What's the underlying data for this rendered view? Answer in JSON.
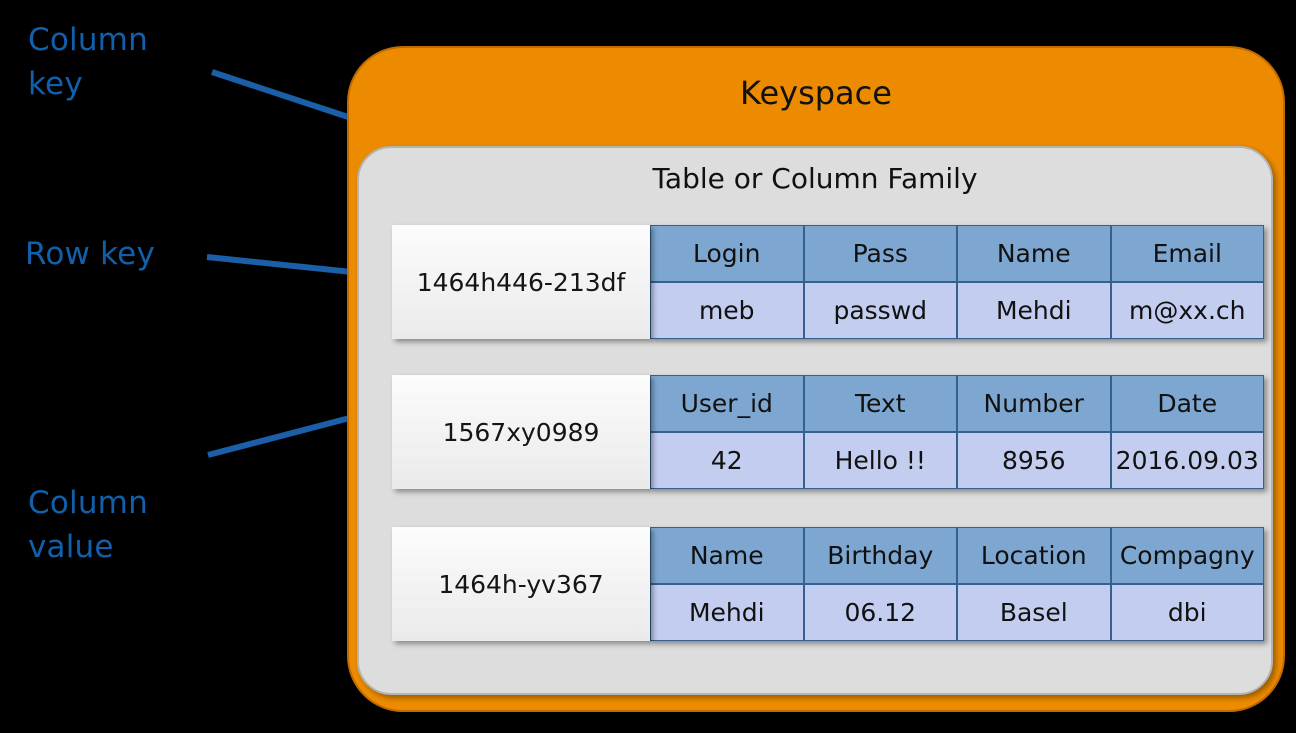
{
  "annotations": {
    "column_key": "Column\nkey",
    "row_key": "Row key",
    "column_value": "Column\nvalue"
  },
  "keyspace": {
    "title": "Keyspace",
    "color": "#ed8b00",
    "border_color": "#c06a00"
  },
  "column_family": {
    "title": "Table or Column Family",
    "background": "#dddddd",
    "header_color": "#7da7d0",
    "value_color": "#c3cdf0",
    "cell_border_color": "#36618f"
  },
  "label_color": "#1060ab",
  "arrow_color": "#1a5fa8",
  "rows": [
    {
      "row_key": "1464h446-213df",
      "columns": [
        "Login",
        "Pass",
        "Name",
        "Email"
      ],
      "values": [
        "meb",
        "passwd",
        "Mehdi",
        "m@xx.ch"
      ]
    },
    {
      "row_key": "1567xy0989",
      "columns": [
        "User_id",
        "Text",
        "Number",
        "Date"
      ],
      "values": [
        "42",
        "Hello !!",
        "8956",
        "2016.09.03"
      ]
    },
    {
      "row_key": "1464h-yv367",
      "columns": [
        "Name",
        "Birthday",
        "Location",
        "Compagny"
      ],
      "values": [
        "Mehdi",
        "06.12",
        "Basel",
        "dbi"
      ]
    }
  ]
}
